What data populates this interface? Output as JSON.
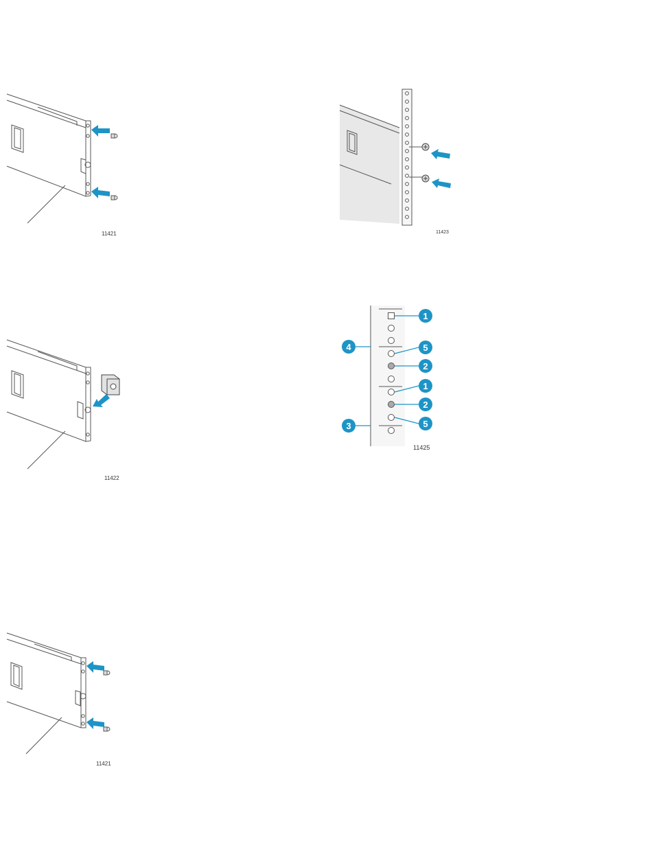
{
  "colors": {
    "accent": "#1e94c6",
    "line": "#555555",
    "panel": "#e8e8e8",
    "rail": "#f6f6f6"
  },
  "figures": {
    "fig1": {
      "id_label": "11421"
    },
    "fig2": {
      "id_label": "11423"
    },
    "fig3": {
      "id_label": "11422"
    },
    "fig4": {
      "id_label": "11425",
      "callouts": {
        "c1a": "1",
        "c5a": "5",
        "c2a": "2",
        "c1b": "1",
        "c2b": "2",
        "c5b": "5",
        "c4": "4",
        "c3": "3"
      }
    },
    "fig5": {
      "id_label": "11421"
    }
  }
}
